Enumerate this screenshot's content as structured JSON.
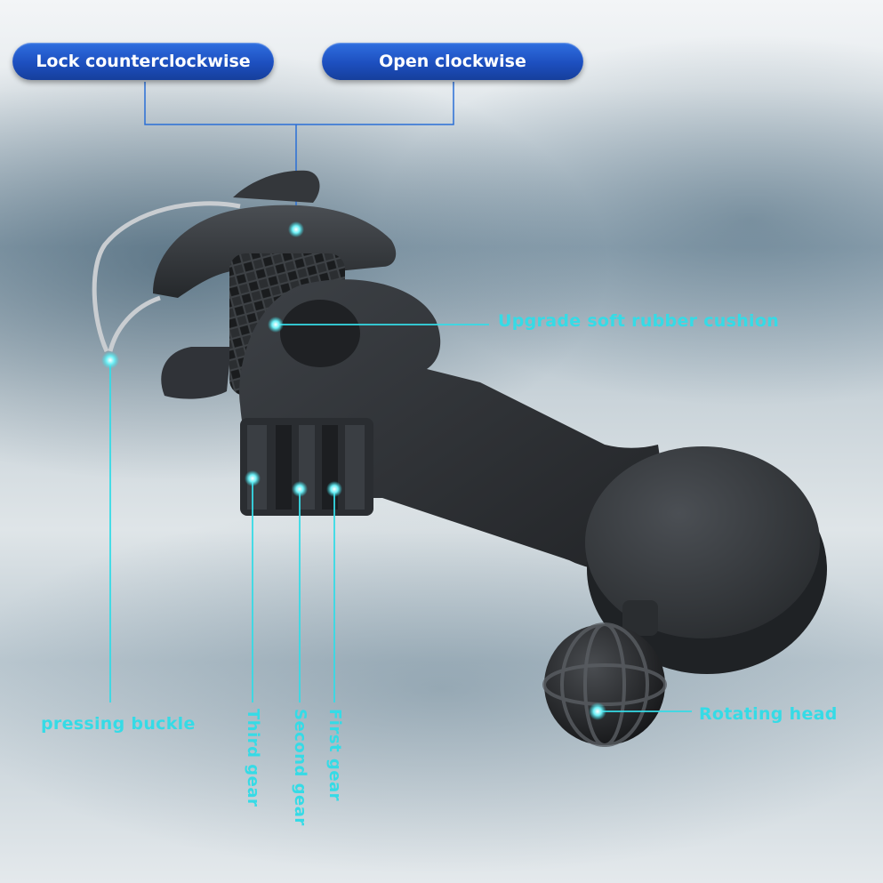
{
  "buttons": {
    "lock": "Lock counterclockwise",
    "open": "Open clockwise"
  },
  "labels": {
    "cushion": "Upgrade soft rubber cushion",
    "buckle": "pressing buckle",
    "third_gear": "Third gear",
    "second_gear": "Second gear",
    "first_gear": "First gear",
    "rotating_head": "Rotating head"
  },
  "colors": {
    "accent_cyan": "#35dbe6",
    "button_blue": "#1d4fbf",
    "product_dark": "#2c2f33"
  }
}
